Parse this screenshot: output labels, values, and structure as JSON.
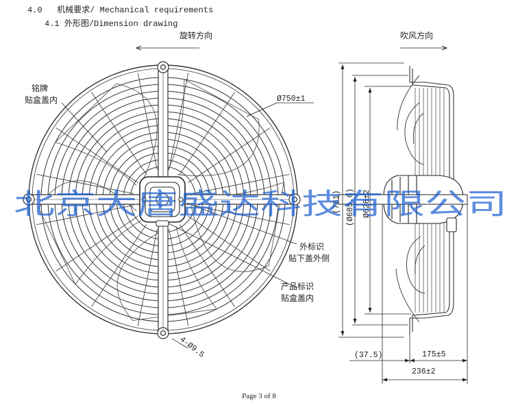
{
  "section": {
    "number": "4.0",
    "title": "机械要求/ Mechanical requirements"
  },
  "subsection": {
    "number": "4.1",
    "title": "外形图/Dimension drawing"
  },
  "front_view": {
    "rotation_label": "旋转方向",
    "nameplate_label": [
      "铭牌",
      "贴盒盖内"
    ],
    "outer_label": [
      "外标识",
      "贴下盖外侧"
    ],
    "product_label": [
      "产品标识",
      "贴盒盖内"
    ],
    "guard_diameter": "Ø750±1",
    "mount_holes": "4-Ø9.5"
  },
  "side_view": {
    "airflow_label": "吹风方向",
    "dim_overall_height": "(781)",
    "dim_outer_diameter": "(Ø685.6)",
    "dim_ring_diameter": "Ø628±2",
    "dim_offset": "(37.5)",
    "dim_depth_1": "175±5",
    "dim_depth_2": "236±2"
  },
  "watermark": "北京大唐盛达科技有限公司",
  "footer": "Page 3 of 8",
  "colors": {
    "ink": "#222222",
    "watermark": "#1d5fd0"
  }
}
